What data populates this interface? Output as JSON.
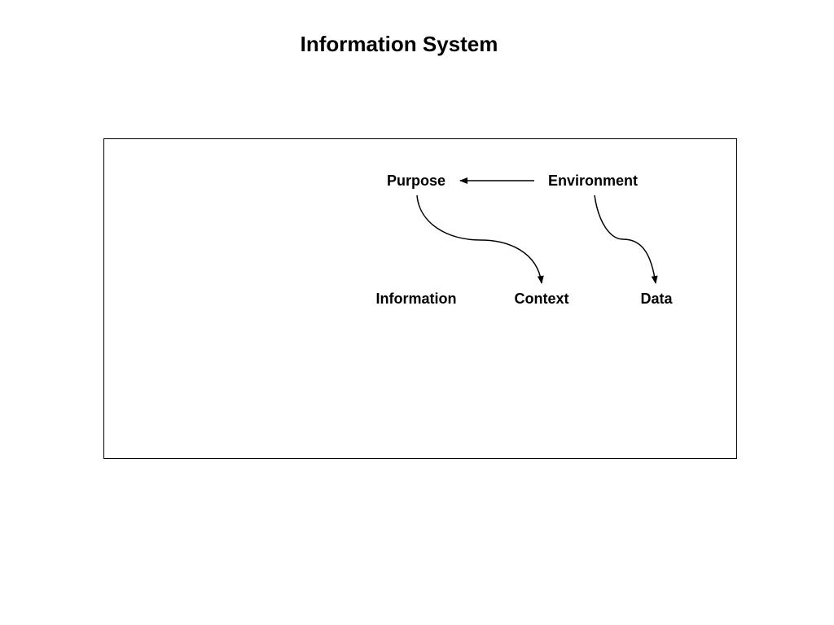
{
  "title": "Information System",
  "diagram": {
    "nodes": {
      "purpose": "Purpose",
      "environment": "Environment",
      "information": "Information",
      "context": "Context",
      "data": "Data"
    },
    "edges": [
      {
        "from": "environment",
        "to": "purpose"
      },
      {
        "from": "purpose",
        "to": "context"
      },
      {
        "from": "environment",
        "to": "data"
      }
    ]
  },
  "colors": {
    "line": "#000000",
    "background": "#ffffff"
  }
}
